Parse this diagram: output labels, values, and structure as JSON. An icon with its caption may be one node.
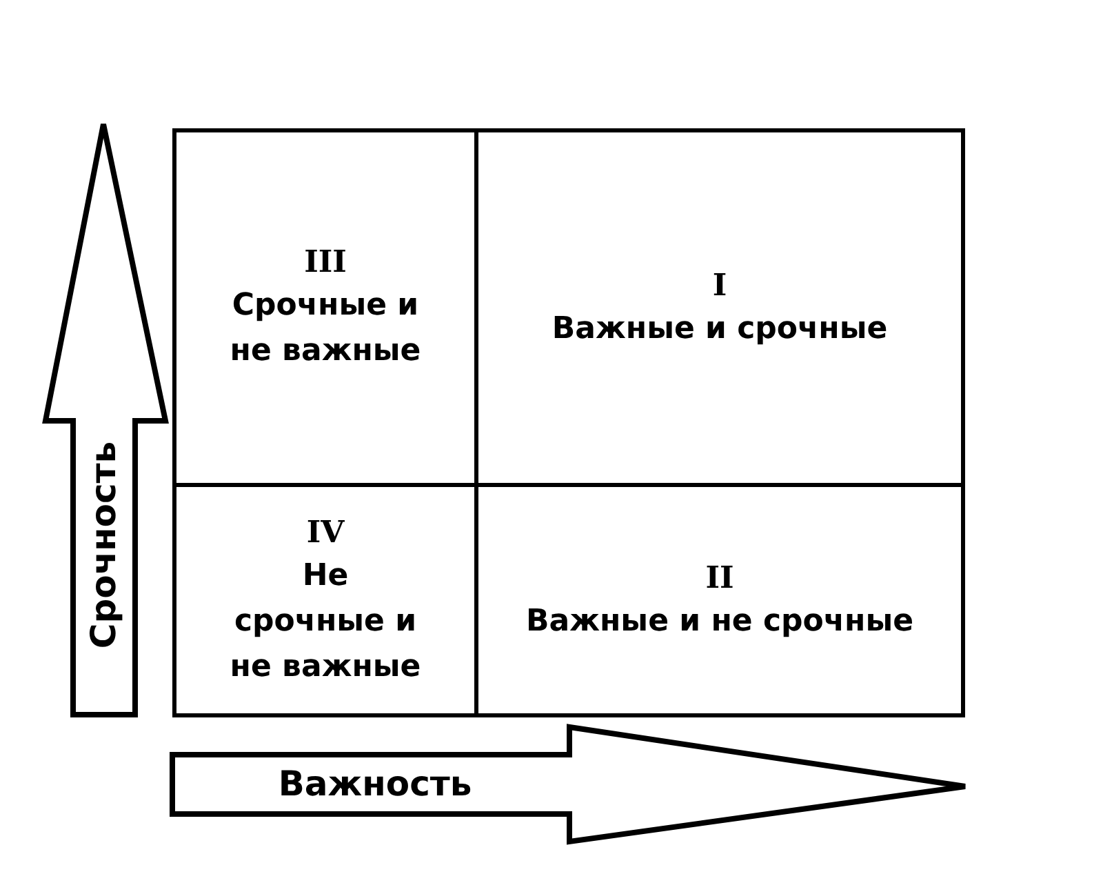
{
  "diagram": {
    "nodes": [
      {
        "text": [
          "III",
          "Срочные и не важные"
        ]
      },
      {
        "text": [
          "I",
          "Важные и срочные"
        ]
      },
      {
        "text": [
          "IV",
          "Не срочные и не важные"
        ]
      },
      {
        "text": [
          "II",
          "Важные и не срочные"
        ]
      }
    ],
    "labels": [
      "Срочность",
      "Важность"
    ]
  }
}
